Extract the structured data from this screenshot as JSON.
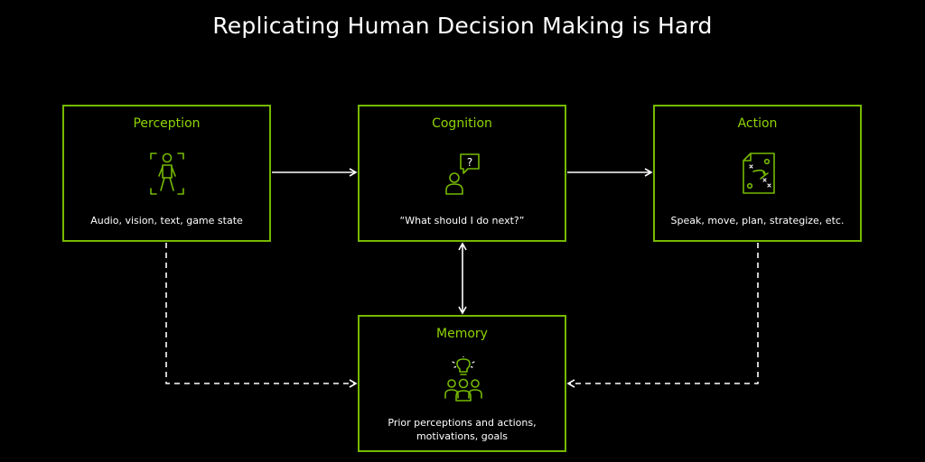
{
  "title": "Replicating Human Decision Making is Hard",
  "colors": {
    "accent": "#76b900",
    "heading": "#8fd400",
    "background": "#000000",
    "text": "#ffffff"
  },
  "nodes": {
    "perception": {
      "title": "Perception",
      "description": "Audio, vision, text, game state",
      "icon": "walking-person-focus-icon"
    },
    "cognition": {
      "title": "Cognition",
      "description": "“What should I do next?”",
      "icon": "person-question-icon",
      "glyph": "?"
    },
    "action": {
      "title": "Action",
      "description": "Speak, move, plan, strategize, etc.",
      "icon": "strategy-plan-icon"
    },
    "memory": {
      "title": "Memory",
      "description_lines": [
        "Prior perceptions and actions,",
        "motivations, goals"
      ],
      "icon": "team-lightbulb-icon"
    }
  },
  "edges": [
    {
      "from": "perception",
      "to": "cognition",
      "style": "solid",
      "direction": "forward"
    },
    {
      "from": "cognition",
      "to": "action",
      "style": "solid",
      "direction": "forward"
    },
    {
      "from": "cognition",
      "to": "memory",
      "style": "solid",
      "direction": "both"
    },
    {
      "from": "perception",
      "to": "memory",
      "style": "dashed",
      "direction": "forward"
    },
    {
      "from": "action",
      "to": "memory",
      "style": "dashed",
      "direction": "forward"
    }
  ]
}
